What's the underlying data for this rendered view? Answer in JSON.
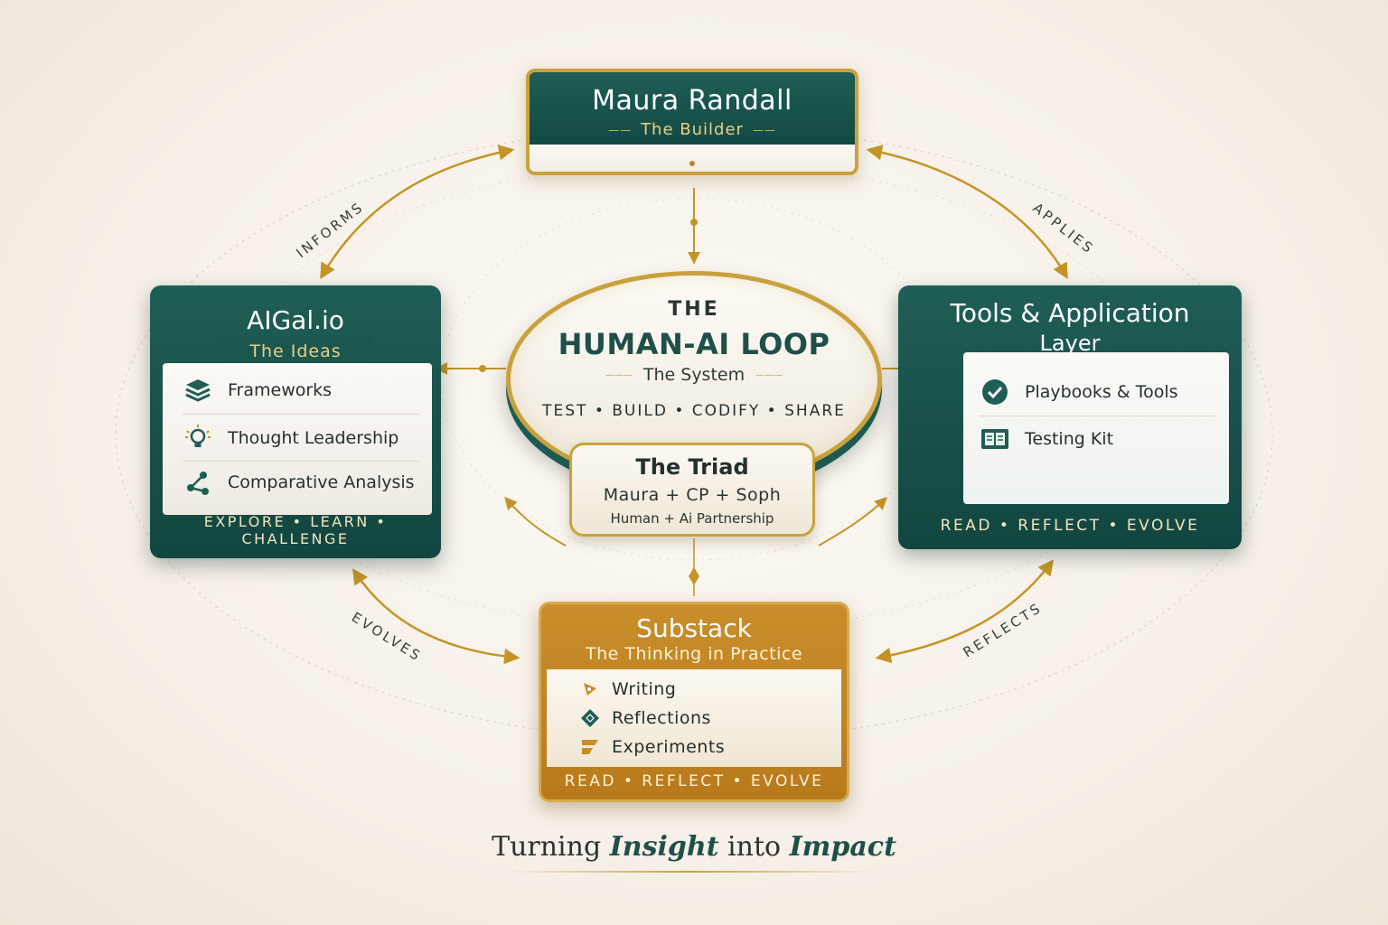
{
  "labels": {
    "informs": "INFORMS",
    "applies": "APPLIES",
    "evolves": "EVOLVES",
    "reflects": "REFLECTS"
  },
  "builder": {
    "title": "Maura Randall",
    "subtitle": "The Builder"
  },
  "ideas": {
    "title": "AIGal.io",
    "subtitle": "The Ideas",
    "items": [
      {
        "label": "Frameworks",
        "icon": "layers-icon"
      },
      {
        "label": "Thought Leadership",
        "icon": "lightbulb-icon"
      },
      {
        "label": "Comparative Analysis",
        "icon": "network-icon"
      }
    ],
    "footer": "EXPLORE • LEARN • CHALLENGE"
  },
  "tools": {
    "title": "Tools & Application",
    "title_line2": "Layer",
    "items": [
      {
        "label": "Playbooks & Tools",
        "icon": "check-circle-icon"
      },
      {
        "label": "Testing Kit",
        "icon": "kit-icon"
      }
    ],
    "footer": "READ • REFLECT • EVOLVE"
  },
  "loop": {
    "pre": "THE",
    "title": "HUMAN-AI LOOP",
    "subtitle": "The System",
    "steps": "TEST • BUILD • CODIFY • SHARE"
  },
  "triad": {
    "title": "The Triad",
    "members": "Maura + CP + Soph",
    "caption": "Human + Ai Partnership"
  },
  "substack": {
    "title": "Substack",
    "subtitle": "The Thinking in Practice",
    "items": [
      {
        "label": "Writing",
        "icon": "pen-icon"
      },
      {
        "label": "Reflections",
        "icon": "diamond-icon"
      },
      {
        "label": "Experiments",
        "icon": "flag-icon"
      }
    ],
    "footer": "READ • REFLECT • EVOLVE"
  },
  "tagline": {
    "part1": "Turning ",
    "emph1": "Insight",
    "part2": " into ",
    "emph2": "Impact"
  },
  "colors": {
    "teal": "#1f5e55",
    "gold": "#c9a13c",
    "amber": "#c98d2a"
  }
}
